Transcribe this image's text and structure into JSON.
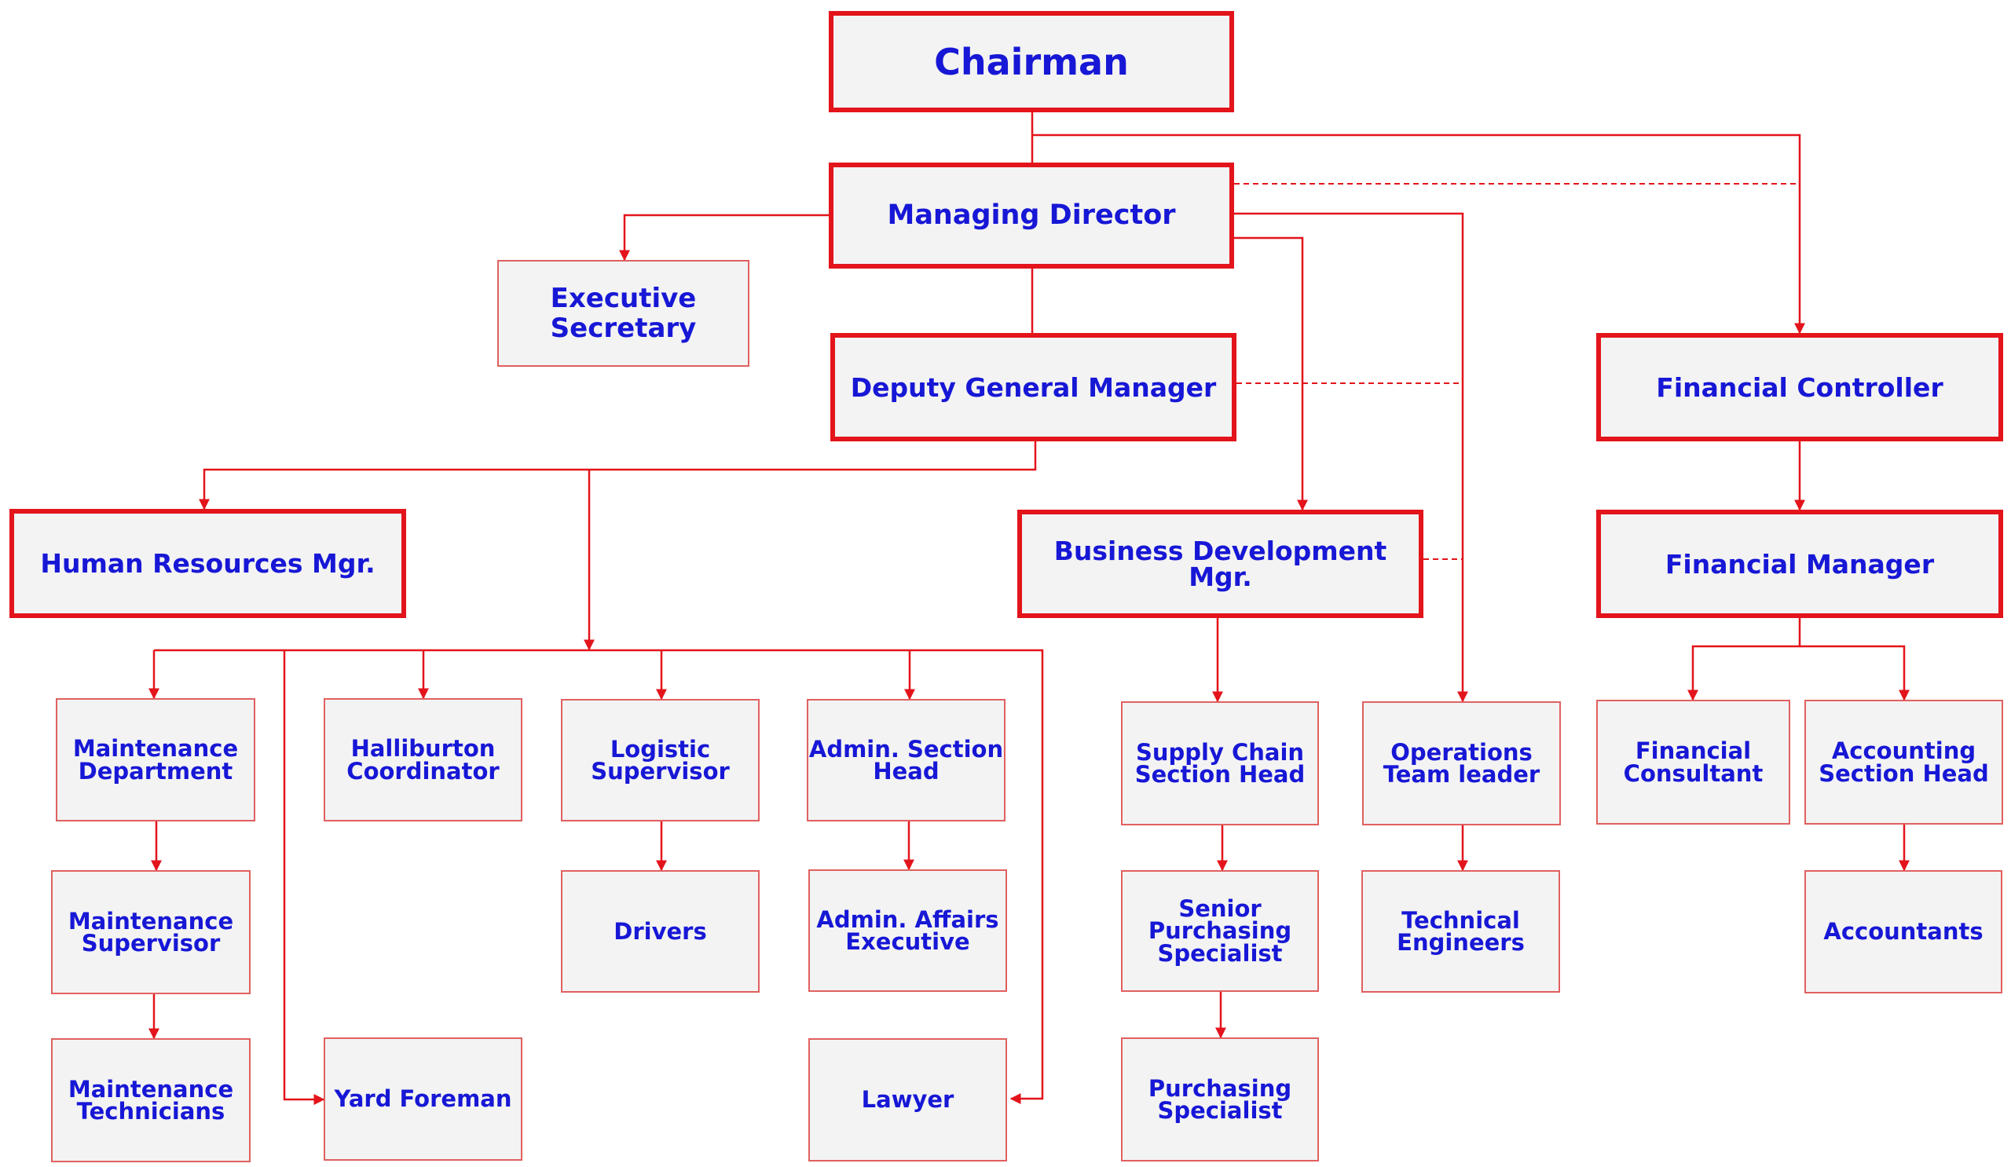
{
  "nodes": {
    "chairman": "Chairman",
    "managing_director": "Managing Director",
    "executive_secretary": "Executive\nSecretary",
    "deputy_gm": "Deputy General Manager",
    "financial_controller": "Financial Controller",
    "hr_mgr": "Human Resources Mgr.",
    "bd_mgr": "Business Development Mgr.",
    "financial_manager": "Financial Manager",
    "maint_dept": "Maintenance\nDepartment",
    "halliburton": "Halliburton\nCoordinator",
    "logistic_supervisor": "Logistic\nSupervisor",
    "admin_section_head": "Admin. Section\nHead",
    "supply_chain": "Supply Chain\nSection Head",
    "operations_leader": "Operations\nTeam leader",
    "financial_consultant": "Financial\nConsultant",
    "accounting_head": "Accounting\nSection Head",
    "maint_supervisor": "Maintenance\nSupervisor",
    "drivers": "Drivers",
    "admin_affairs": "Admin. Affairs\nExecutive",
    "senior_purchasing": "Senior\nPurchasing\nSpecialist",
    "technical_engineers": "Technical\nEngineers",
    "accountants": "Accountants",
    "maint_technicians": "Maintenance\nTechnicians",
    "yard_foreman": "Yard Foreman",
    "lawyer": "Lawyer",
    "purchasing_specialist": "Purchasing\nSpecialist"
  },
  "colors": {
    "line": "#e3141b",
    "text": "#1717d6",
    "box_fill": "#f3f3f3"
  }
}
